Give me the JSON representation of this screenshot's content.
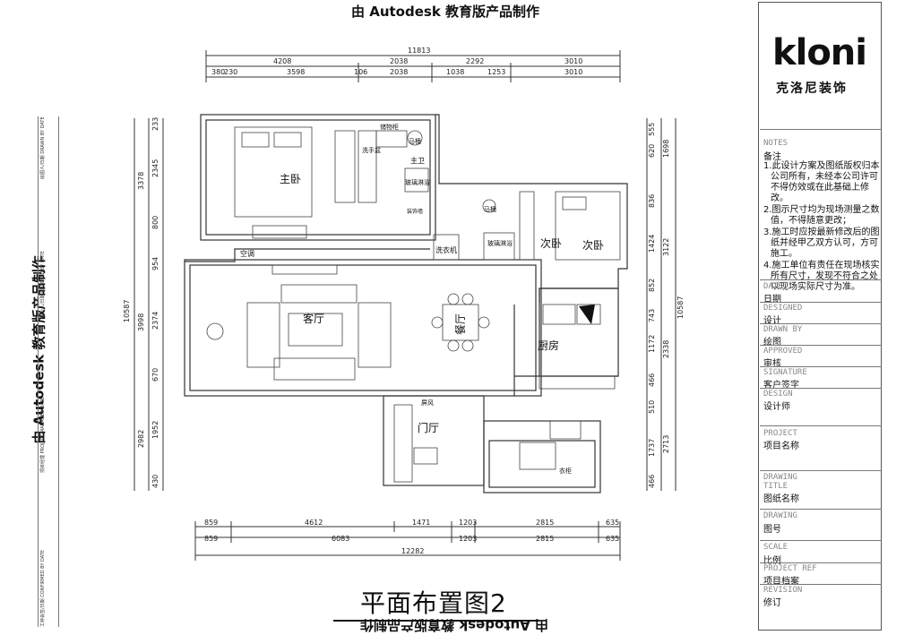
{
  "watermark": "由 Autodesk 教育版产品制作",
  "drawing_title": "平面布置图2",
  "logo": {
    "text": "kloni",
    "subtitle": "克洛尼装饰"
  },
  "notes": {
    "heading_en": "NOTES",
    "heading_cn": "备注",
    "items": [
      "1.此设计方案及图纸版权归本公司所有，未经本公司许可不得仿效或在此基础上修改。",
      "2.图示尺寸均为现场测量之数值，不得随意更改；",
      "3.施工时应按最新修改后的图纸并经甲乙双方认可，方可施工。",
      "4.施工单位有责任在现场核实所有尺寸，发现不符合之处以现场实际尺寸为准。"
    ]
  },
  "title_block": [
    {
      "en": "DATE",
      "cn": "日期"
    },
    {
      "en": "DESIGNED",
      "cn": "设计"
    },
    {
      "en": "DRAWN BY",
      "cn": "绘图"
    },
    {
      "en": "APPROVED",
      "cn": "审核"
    },
    {
      "en": "SIGNATURE",
      "cn": "客户签字"
    },
    {
      "en": "DESIGN",
      "cn": "设计师"
    },
    {
      "en": "PROJECT",
      "cn": "项目名称"
    },
    {
      "en": "DRAWING TITLE",
      "cn": "图纸名称"
    },
    {
      "en": "DRAWING",
      "cn": "图号"
    },
    {
      "en": "SCALE",
      "cn": "比例"
    },
    {
      "en": "PROJECT REF",
      "cn": "项目档案"
    },
    {
      "en": "REVISION",
      "cn": "修订"
    }
  ],
  "side_labels": [
    "绘图人/日期 DRAWN BY DATE",
    "校对人/日期 CHECKED BY DATE",
    "项目经理 PROJECT MANAGER DATE",
    "工种会签/日期 CONFIRMED BY DATE"
  ],
  "rooms": {
    "master_bed": "主卧",
    "master_bath": "主卫",
    "storage": "储物柜",
    "toilet1": "马桶",
    "toilet2": "马桶",
    "sink": "洗手盆",
    "shower1": "玻璃淋浴",
    "shower2": "玻璃淋浴",
    "second_bed_a": "次卧",
    "second_bed_b": "次卧",
    "washer": "洗衣机",
    "living": "客厅",
    "dining": "餐厅",
    "kitchen": "厨房",
    "foyer": "门厅",
    "ac": "空调",
    "screen": "屏风",
    "wardrobe": "衣柜",
    "decor_wall": "装饰墙"
  },
  "dims_top_total": "11813",
  "dims_top_row1": [
    "4208",
    "2038",
    "2292",
    "3010"
  ],
  "dims_top_row2": [
    "380",
    "230",
    "3598",
    "106",
    "2038",
    "1038",
    "1253",
    "3010"
  ],
  "dims_bottom_row1": [
    "859",
    "4612",
    "1471",
    "1203",
    "2815",
    "635"
  ],
  "dims_bottom_row2": [
    "859",
    "6083",
    "1203",
    "2815",
    "635"
  ],
  "dims_bottom_total": "12282",
  "dims_left_outer": [
    "3378",
    "10587",
    "3998",
    "2982",
    "430"
  ],
  "dims_left_inner": [
    "233",
    "2345",
    "800",
    "954",
    "2374",
    "670",
    "1952"
  ],
  "dims_right_outer": [
    "1698",
    "3122",
    "10587",
    "2338",
    "2713"
  ],
  "dims_right_inner": [
    "555",
    "620",
    "836",
    "1424",
    "852",
    "743",
    "1172",
    "466",
    "510",
    "1737",
    "466"
  ]
}
